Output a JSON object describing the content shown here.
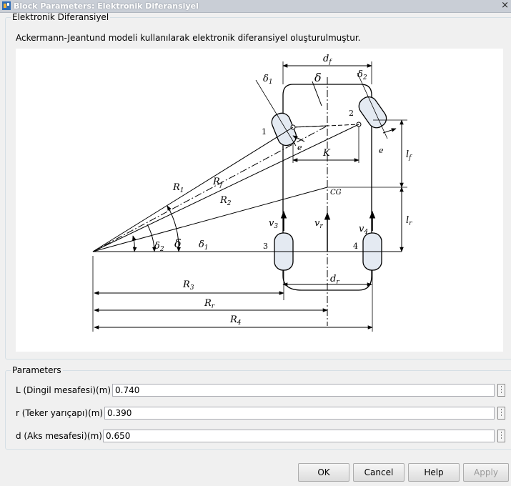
{
  "window": {
    "title": "Block Parameters: Elektronik Diferansiyel",
    "close": "×"
  },
  "description": {
    "group_title": "Elektronik Diferansiyel",
    "text": "Ackermann-Jeantund modeli kullanılarak elektronik diferansiyel oluşturulmuştur."
  },
  "diagram": {
    "labels": {
      "df": "d",
      "df_sub": "f",
      "dr": "d",
      "dr_sub": "r",
      "delta": "δ",
      "delta_small": "δ",
      "delta1": "δ",
      "delta1_sub": "1",
      "delta2": "δ",
      "delta2_sub": "2",
      "wheel1": "1",
      "wheel2": "2",
      "wheel3": "3",
      "wheel4": "4",
      "e1": "e",
      "e2": "e",
      "K": "K",
      "CG": "CG",
      "R1": "R",
      "R1_sub": "1",
      "Rf": "R",
      "Rf_sub": "f",
      "R2": "R",
      "R2_sub": "2",
      "R3": "R",
      "R3_sub": "3",
      "Rr": "R",
      "Rr_sub": "r",
      "R4": "R",
      "R4_sub": "4",
      "v3": "v",
      "v3_sub": "3",
      "vr": "v",
      "vr_sub": "r",
      "v4": "v",
      "v4_sub": "4",
      "lf": "l",
      "lf_sub": "f",
      "lr": "l",
      "lr_sub": "r"
    }
  },
  "parameters": {
    "group_title": "Parameters",
    "rows": [
      {
        "label": "L (Dingil mesafesi)(m)",
        "value": "0.740"
      },
      {
        "label": "r (Teker yarıçapı)(m)",
        "value": "0.390"
      },
      {
        "label": "d (Aks mesafesi)(m)",
        "value": "0.650"
      }
    ]
  },
  "buttons": {
    "ok": "OK",
    "cancel": "Cancel",
    "help": "Help",
    "apply": "Apply"
  }
}
